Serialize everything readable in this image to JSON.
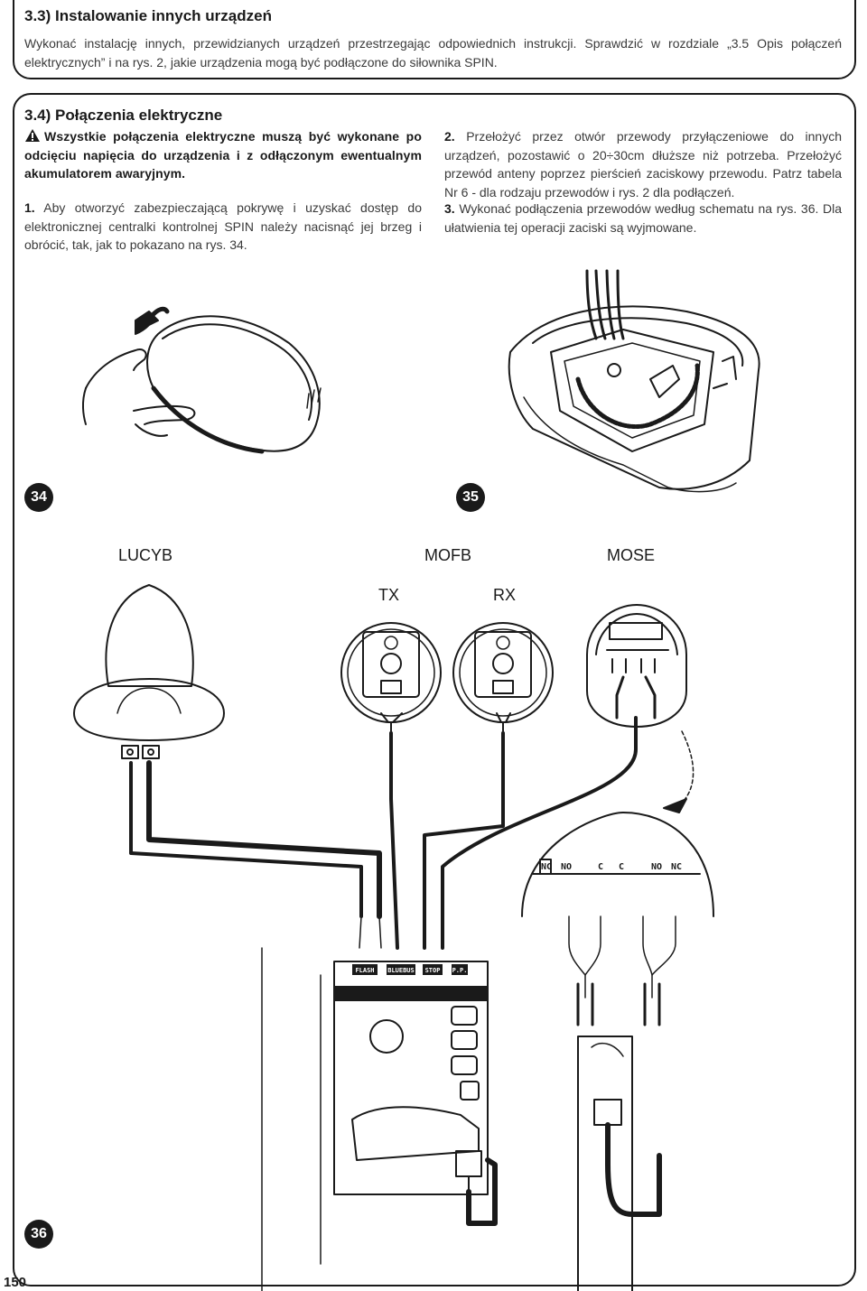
{
  "section_33": {
    "title": "3.3) Instalowanie innych urządzeń",
    "text": "Wykonać instalację innych, przewidzianych urządzeń przestrzegając odpowiednich instrukcji. Sprawdzić w rozdziale „3.5 Opis połączeń elektrycznych” i na rys. 2, jakie urządzenia mogą być podłączone do siłownika SPIN."
  },
  "section_34": {
    "title": "3.4) Połączenia elektryczne",
    "warning": "Wszystkie połączenia elektryczne muszą być wykonane po odcięciu napięcia do urządzenia i z odłączonym ewentualnym akumulatorem awaryjnym.",
    "step1_num": "1.",
    "step1_text": "Aby otworzyć zabezpieczającą pokrywę i uzyskać dostęp do elektronicznej centralki kontrolnej SPIN należy nacisnąć jej brzeg i obrócić, tak, jak to pokazano na rys. 34.",
    "step2_num": "2.",
    "step2_text": "Przełożyć przez otwór przewody przyłączeniowe do innych urządzeń, pozostawić o 20÷30cm dłuższe niż potrzeba. Przełożyć przewód anteny poprzez pierścień zaciskowy przewodu. Patrz tabela Nr 6 - dla rodzaju przewodów i rys. 2 dla podłączeń.",
    "step3_num": "3.",
    "step3_text": "Wykonać podłączenia przewodów według schematu na rys. 36. Dla ułatwienia tej operacji zaciski są wyjmowane."
  },
  "figures": {
    "fig34": "34",
    "fig35": "35",
    "fig36": "36"
  },
  "devices": {
    "lucyb": "LUCYB",
    "mofb": "MOFB",
    "mose": "MOSE",
    "tx": "TX",
    "rx": "RX"
  },
  "terminal_labels": [
    "FLASH",
    "BLUEBUS",
    "STOP",
    "P.P."
  ],
  "mose_contacts": [
    "NC",
    "NO",
    "C",
    "C",
    "NO",
    "NC"
  ],
  "page_number": "150"
}
